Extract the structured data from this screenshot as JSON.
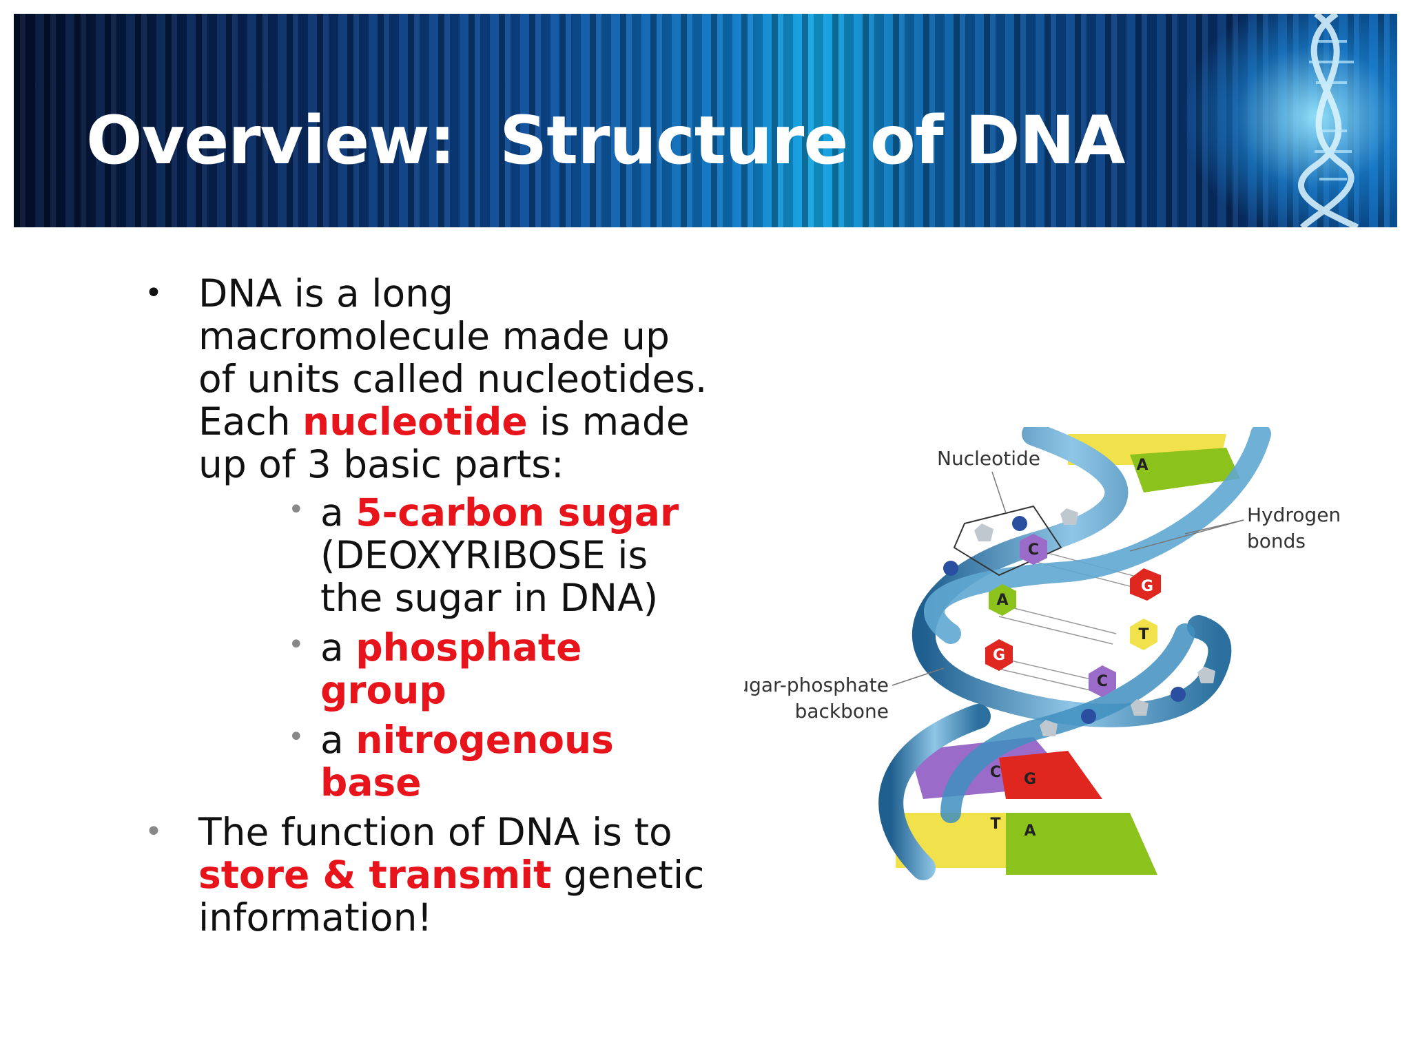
{
  "slide": {
    "title": "Overview:  Structure of DNA"
  },
  "bullets": {
    "b1_text1": "DNA is a long macromolecule made up of units called nucleotides. Each ",
    "b1_highlight": "nucleotide",
    "b1_text2": " is made up of 3 basic parts:",
    "sub1_prefix": "a ",
    "sub1_highlight": "5-carbon sugar",
    "sub1_suffix": " (DEOXYRIBOSE is the sugar in DNA)",
    "sub2_prefix": "a ",
    "sub2_highlight": "phosphate group",
    "sub3_prefix": "a ",
    "sub3_highlight": "nitrogenous base",
    "b2_text1": "The function of DNA is to ",
    "b2_highlight": "store & transmit",
    "b2_text2": " genetic information!"
  },
  "diagram": {
    "label_nucleotide": "Nucleotide",
    "label_hydrogen_line1": "Hydrogen",
    "label_hydrogen_line2": "bonds",
    "label_backbone_line1": "Sugar-phosphate",
    "label_backbone_line2": "backbone",
    "bases": {
      "a": "A",
      "c": "C",
      "g": "G",
      "t": "T"
    }
  },
  "colors": {
    "highlight": "#e8141c",
    "base_A": "#8cc21c",
    "base_C": "#9a6bc8",
    "base_G": "#e0271f",
    "base_T": "#f1e14a",
    "backbone": "#3f8fc0"
  }
}
